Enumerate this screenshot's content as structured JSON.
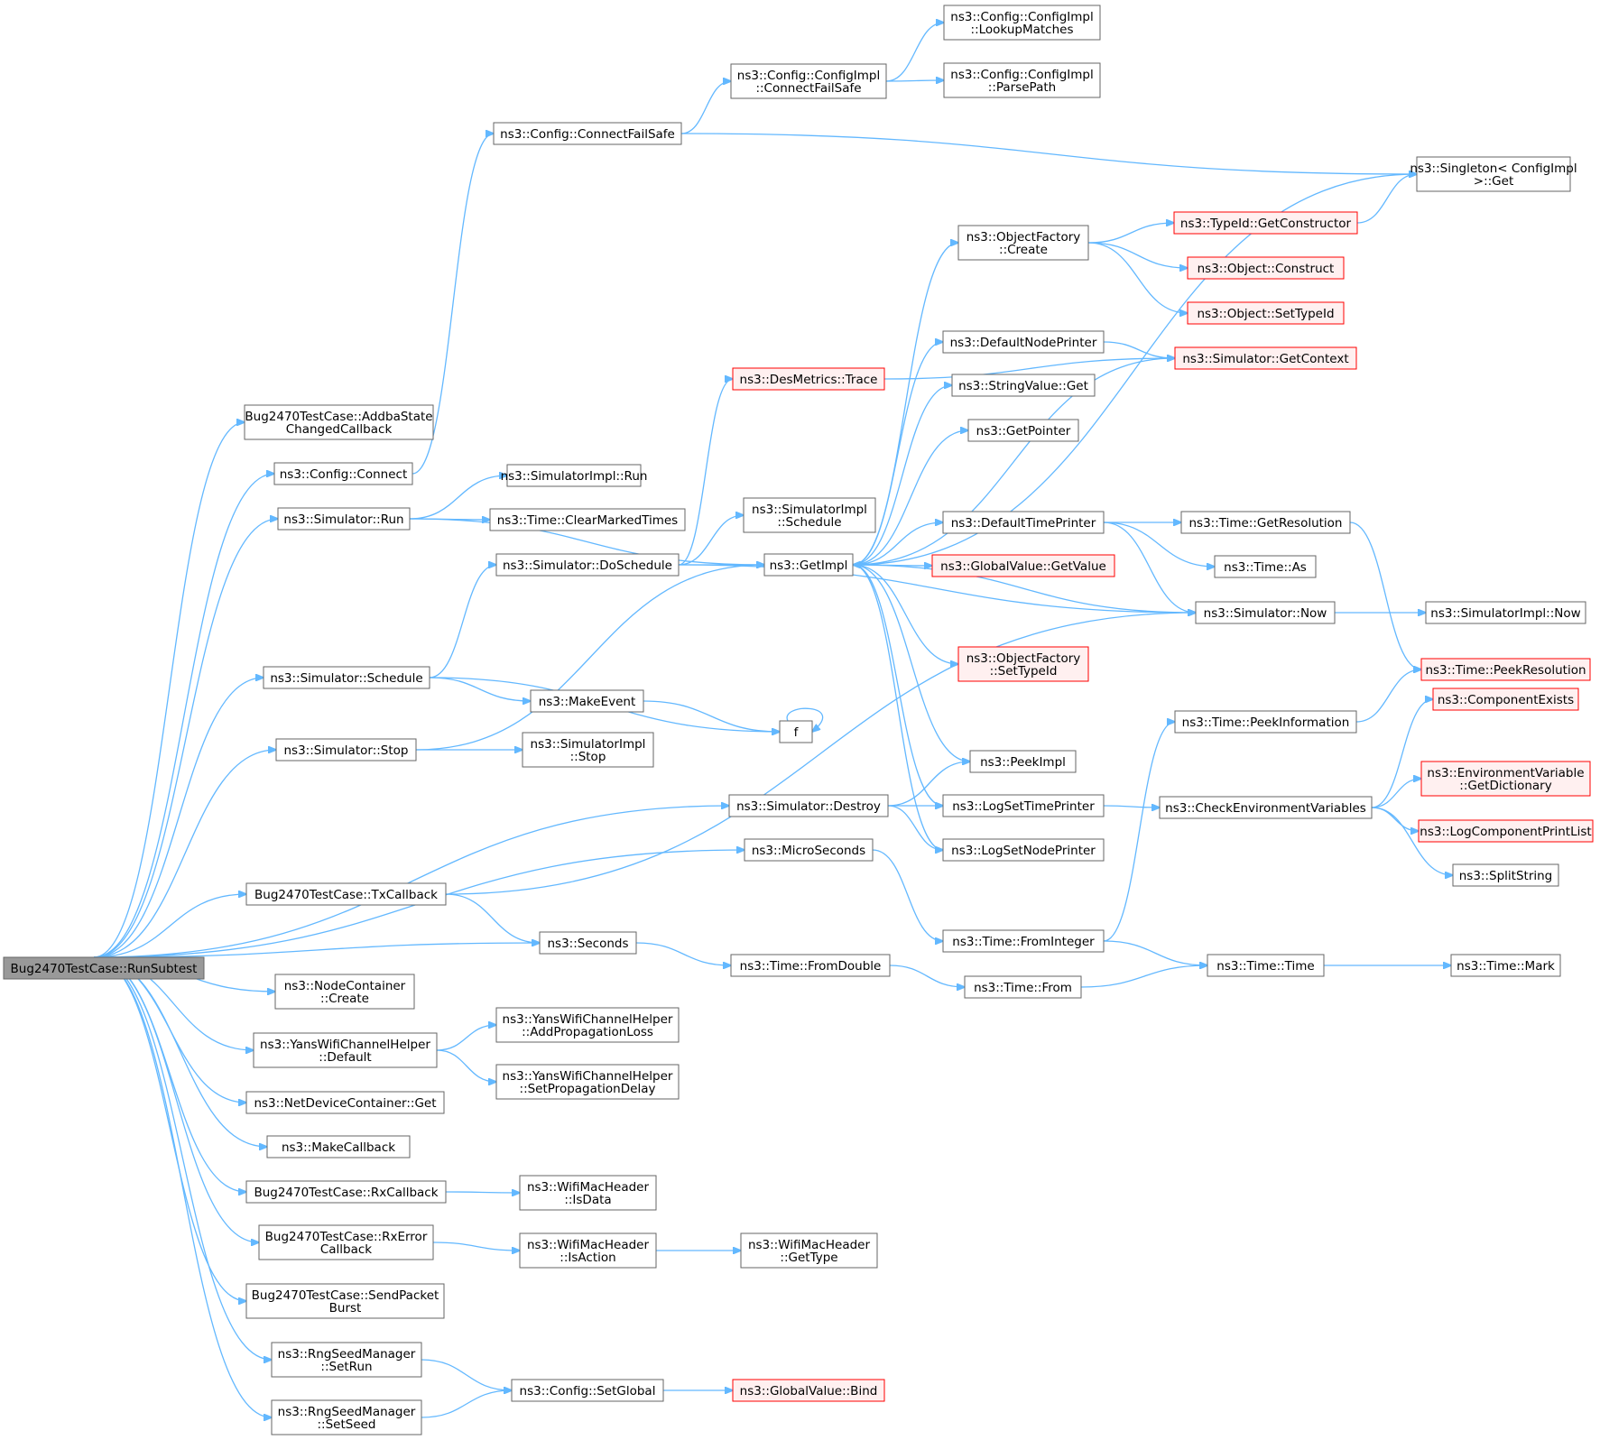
{
  "colors": {
    "edge": "#63b8ff",
    "node_border": "#666666",
    "node_fill": "#ffffff",
    "root_fill": "#999999",
    "root_border": "#666666",
    "red_border": "#ff0000",
    "red_fill": "#fff0f0"
  },
  "nodes": [
    {
      "id": "root",
      "lines": [
        "Bug2470TestCase::RunSubtest"
      ],
      "style": "root"
    },
    {
      "id": "addba",
      "lines": [
        "Bug2470TestCase::AddbaState",
        "ChangedCallback"
      ]
    },
    {
      "id": "connect",
      "lines": [
        "ns3::Config::Connect"
      ]
    },
    {
      "id": "simrun",
      "lines": [
        "ns3::Simulator::Run"
      ]
    },
    {
      "id": "schedule",
      "lines": [
        "ns3::Simulator::Schedule"
      ]
    },
    {
      "id": "stop",
      "lines": [
        "ns3::Simulator::Stop"
      ]
    },
    {
      "id": "txcb",
      "lines": [
        "Bug2470TestCase::TxCallback"
      ]
    },
    {
      "id": "nccreate",
      "lines": [
        "ns3::NodeContainer",
        "::Create"
      ]
    },
    {
      "id": "yansdefault",
      "lines": [
        "ns3::YansWifiChannelHelper",
        "::Default"
      ]
    },
    {
      "id": "ndcget",
      "lines": [
        "ns3::NetDeviceContainer::Get"
      ]
    },
    {
      "id": "makecb",
      "lines": [
        "ns3::MakeCallback"
      ]
    },
    {
      "id": "rxcb",
      "lines": [
        "Bug2470TestCase::RxCallback"
      ]
    },
    {
      "id": "rxerr",
      "lines": [
        "Bug2470TestCase::RxError",
        "Callback"
      ]
    },
    {
      "id": "sendburst",
      "lines": [
        "Bug2470TestCase::SendPacket",
        "Burst"
      ]
    },
    {
      "id": "setrun",
      "lines": [
        "ns3::RngSeedManager",
        "::SetRun"
      ]
    },
    {
      "id": "setseed",
      "lines": [
        "ns3::RngSeedManager",
        "::SetSeed"
      ]
    },
    {
      "id": "connectfs",
      "lines": [
        "ns3::Config::ConnectFailSafe"
      ]
    },
    {
      "id": "implrun",
      "lines": [
        "ns3::SimulatorImpl::Run"
      ]
    },
    {
      "id": "clearmarked",
      "lines": [
        "ns3::Time::ClearMarkedTimes"
      ]
    },
    {
      "id": "doschedule",
      "lines": [
        "ns3::Simulator::DoSchedule"
      ]
    },
    {
      "id": "makeevent",
      "lines": [
        "ns3::MakeEvent"
      ]
    },
    {
      "id": "implstop",
      "lines": [
        "ns3::SimulatorImpl",
        "::Stop"
      ]
    },
    {
      "id": "destroy",
      "lines": [
        "ns3::Simulator::Destroy"
      ]
    },
    {
      "id": "micro",
      "lines": [
        "ns3::MicroSeconds"
      ]
    },
    {
      "id": "seconds",
      "lines": [
        "ns3::Seconds"
      ]
    },
    {
      "id": "addprop",
      "lines": [
        "ns3::YansWifiChannelHelper",
        "::AddPropagationLoss"
      ]
    },
    {
      "id": "setprop",
      "lines": [
        "ns3::YansWifiChannelHelper",
        "::SetPropagationDelay"
      ]
    },
    {
      "id": "isdata",
      "lines": [
        "ns3::WifiMacHeader",
        "::IsData"
      ]
    },
    {
      "id": "isaction",
      "lines": [
        "ns3::WifiMacHeader",
        "::IsAction"
      ]
    },
    {
      "id": "setglobal",
      "lines": [
        "ns3::Config::SetGlobal"
      ]
    },
    {
      "id": "cfgimplcfs",
      "lines": [
        "ns3::Config::ConfigImpl",
        "::ConnectFailSafe"
      ]
    },
    {
      "id": "destrace",
      "lines": [
        "ns3::DesMetrics::Trace"
      ],
      "style": "red"
    },
    {
      "id": "implschedule",
      "lines": [
        "ns3::SimulatorImpl",
        "::Schedule"
      ]
    },
    {
      "id": "getimpl",
      "lines": [
        "ns3::GetImpl"
      ]
    },
    {
      "id": "f",
      "lines": [
        "f"
      ]
    },
    {
      "id": "fromdouble",
      "lines": [
        "ns3::Time::FromDouble"
      ]
    },
    {
      "id": "gettype",
      "lines": [
        "ns3::WifiMacHeader",
        "::GetType"
      ]
    },
    {
      "id": "gvbind",
      "lines": [
        "ns3::GlobalValue::Bind"
      ],
      "style": "red"
    },
    {
      "id": "lookup",
      "lines": [
        "ns3::Config::ConfigImpl",
        "::LookupMatches"
      ]
    },
    {
      "id": "parsepath",
      "lines": [
        "ns3::Config::ConfigImpl",
        "::ParsePath"
      ]
    },
    {
      "id": "ofcreate",
      "lines": [
        "ns3::ObjectFactory",
        "::Create"
      ]
    },
    {
      "id": "defnodeprinter",
      "lines": [
        "ns3::DefaultNodePrinter"
      ]
    },
    {
      "id": "strget",
      "lines": [
        "ns3::StringValue::Get"
      ]
    },
    {
      "id": "getpointer",
      "lines": [
        "ns3::GetPointer"
      ]
    },
    {
      "id": "deftimeprinter",
      "lines": [
        "ns3::DefaultTimePrinter"
      ]
    },
    {
      "id": "gvgetvalue",
      "lines": [
        "ns3::GlobalValue::GetValue"
      ],
      "style": "red"
    },
    {
      "id": "ofsettypeid",
      "lines": [
        "ns3::ObjectFactory",
        "::SetTypeId"
      ],
      "style": "red"
    },
    {
      "id": "peekimpl",
      "lines": [
        "ns3::PeekImpl"
      ]
    },
    {
      "id": "logtime",
      "lines": [
        "ns3::LogSetTimePrinter"
      ]
    },
    {
      "id": "lognode",
      "lines": [
        "ns3::LogSetNodePrinter"
      ]
    },
    {
      "id": "frominteger",
      "lines": [
        "ns3::Time::FromInteger"
      ]
    },
    {
      "id": "from",
      "lines": [
        "ns3::Time::From"
      ]
    },
    {
      "id": "singleton",
      "lines": [
        "ns3::Singleton< ConfigImpl",
        " >::Get"
      ]
    },
    {
      "id": "getctor",
      "lines": [
        "ns3::TypeId::GetConstructor"
      ],
      "style": "red"
    },
    {
      "id": "objconstruct",
      "lines": [
        "ns3::Object::Construct"
      ],
      "style": "red"
    },
    {
      "id": "objsettypeid",
      "lines": [
        "ns3::Object::SetTypeId"
      ],
      "style": "red"
    },
    {
      "id": "getcontext",
      "lines": [
        "ns3::Simulator::GetContext"
      ],
      "style": "red"
    },
    {
      "id": "getresolution",
      "lines": [
        "ns3::Time::GetResolution"
      ]
    },
    {
      "id": "timeas",
      "lines": [
        "ns3::Time::As"
      ]
    },
    {
      "id": "simnow",
      "lines": [
        "ns3::Simulator::Now"
      ]
    },
    {
      "id": "peekinfo",
      "lines": [
        "ns3::Time::PeekInformation"
      ]
    },
    {
      "id": "checkenv",
      "lines": [
        "ns3::CheckEnvironmentVariables"
      ]
    },
    {
      "id": "timetime",
      "lines": [
        "ns3::Time::Time"
      ]
    },
    {
      "id": "implnow",
      "lines": [
        "ns3::SimulatorImpl::Now"
      ]
    },
    {
      "id": "peekres",
      "lines": [
        "ns3::Time::PeekResolution"
      ],
      "style": "red"
    },
    {
      "id": "compexists",
      "lines": [
        "ns3::ComponentExists"
      ],
      "style": "red"
    },
    {
      "id": "envdict",
      "lines": [
        "ns3::EnvironmentVariable",
        "::GetDictionary"
      ],
      "style": "red"
    },
    {
      "id": "logprint",
      "lines": [
        "ns3::LogComponentPrintList"
      ],
      "style": "red"
    },
    {
      "id": "splitstring",
      "lines": [
        "ns3::SplitString"
      ]
    },
    {
      "id": "timemark",
      "lines": [
        "ns3::Time::Mark"
      ]
    }
  ],
  "edges": [
    [
      "root",
      "addba"
    ],
    [
      "root",
      "connect"
    ],
    [
      "root",
      "simrun"
    ],
    [
      "root",
      "schedule"
    ],
    [
      "root",
      "stop"
    ],
    [
      "root",
      "destroy"
    ],
    [
      "root",
      "micro"
    ],
    [
      "root",
      "txcb"
    ],
    [
      "root",
      "seconds"
    ],
    [
      "root",
      "nccreate"
    ],
    [
      "root",
      "yansdefault"
    ],
    [
      "root",
      "ndcget"
    ],
    [
      "root",
      "makecb"
    ],
    [
      "root",
      "rxcb"
    ],
    [
      "root",
      "rxerr"
    ],
    [
      "root",
      "sendburst"
    ],
    [
      "root",
      "setrun"
    ],
    [
      "root",
      "setseed"
    ],
    [
      "connect",
      "connectfs"
    ],
    [
      "connectfs",
      "cfgimplcfs"
    ],
    [
      "connectfs",
      "singleton"
    ],
    [
      "cfgimplcfs",
      "lookup"
    ],
    [
      "cfgimplcfs",
      "parsepath"
    ],
    [
      "simrun",
      "getimpl"
    ],
    [
      "simrun",
      "implrun"
    ],
    [
      "simrun",
      "clearmarked"
    ],
    [
      "schedule",
      "doschedule"
    ],
    [
      "schedule",
      "makeevent"
    ],
    [
      "schedule",
      "f"
    ],
    [
      "stop",
      "getimpl"
    ],
    [
      "stop",
      "implstop"
    ],
    [
      "doschedule",
      "destrace"
    ],
    [
      "doschedule",
      "implschedule"
    ],
    [
      "doschedule",
      "getimpl"
    ],
    [
      "doschedule",
      "simnow"
    ],
    [
      "makeevent",
      "f"
    ],
    [
      "f",
      "f"
    ],
    [
      "getimpl",
      "singleton"
    ],
    [
      "getimpl",
      "ofcreate"
    ],
    [
      "getimpl",
      "defnodeprinter"
    ],
    [
      "getimpl",
      "strget"
    ],
    [
      "getimpl",
      "getpointer"
    ],
    [
      "getimpl",
      "deftimeprinter"
    ],
    [
      "getimpl",
      "gvgetvalue"
    ],
    [
      "getimpl",
      "ofsettypeid"
    ],
    [
      "getimpl",
      "peekimpl"
    ],
    [
      "getimpl",
      "logtime"
    ],
    [
      "getimpl",
      "lognode"
    ],
    [
      "getcontext",
      "getimpl"
    ],
    [
      "simnow",
      "getimpl"
    ],
    [
      "destrace",
      "getcontext"
    ],
    [
      "ofcreate",
      "getctor"
    ],
    [
      "ofcreate",
      "objconstruct"
    ],
    [
      "ofcreate",
      "objsettypeid"
    ],
    [
      "getctor",
      "singleton"
    ],
    [
      "defnodeprinter",
      "getcontext"
    ],
    [
      "deftimeprinter",
      "getresolution"
    ],
    [
      "deftimeprinter",
      "timeas"
    ],
    [
      "deftimeprinter",
      "simnow"
    ],
    [
      "getresolution",
      "peekres"
    ],
    [
      "simnow",
      "implnow"
    ],
    [
      "destroy",
      "peekimpl"
    ],
    [
      "destroy",
      "logtime"
    ],
    [
      "destroy",
      "lognode"
    ],
    [
      "logtime",
      "checkenv"
    ],
    [
      "checkenv",
      "compexists"
    ],
    [
      "checkenv",
      "envdict"
    ],
    [
      "checkenv",
      "logprint"
    ],
    [
      "checkenv",
      "splitstring"
    ],
    [
      "micro",
      "frominteger"
    ],
    [
      "txcb",
      "simnow"
    ],
    [
      "txcb",
      "seconds"
    ],
    [
      "seconds",
      "fromdouble"
    ],
    [
      "fromdouble",
      "from"
    ],
    [
      "frominteger",
      "peekinfo"
    ],
    [
      "frominteger",
      "timetime"
    ],
    [
      "from",
      "timetime"
    ],
    [
      "peekinfo",
      "peekres"
    ],
    [
      "timetime",
      "timemark"
    ],
    [
      "yansdefault",
      "addprop"
    ],
    [
      "yansdefault",
      "setprop"
    ],
    [
      "rxcb",
      "isdata"
    ],
    [
      "rxerr",
      "isaction"
    ],
    [
      "isaction",
      "gettype"
    ],
    [
      "setrun",
      "setglobal"
    ],
    [
      "setseed",
      "setglobal"
    ],
    [
      "setglobal",
      "gvbind"
    ]
  ]
}
